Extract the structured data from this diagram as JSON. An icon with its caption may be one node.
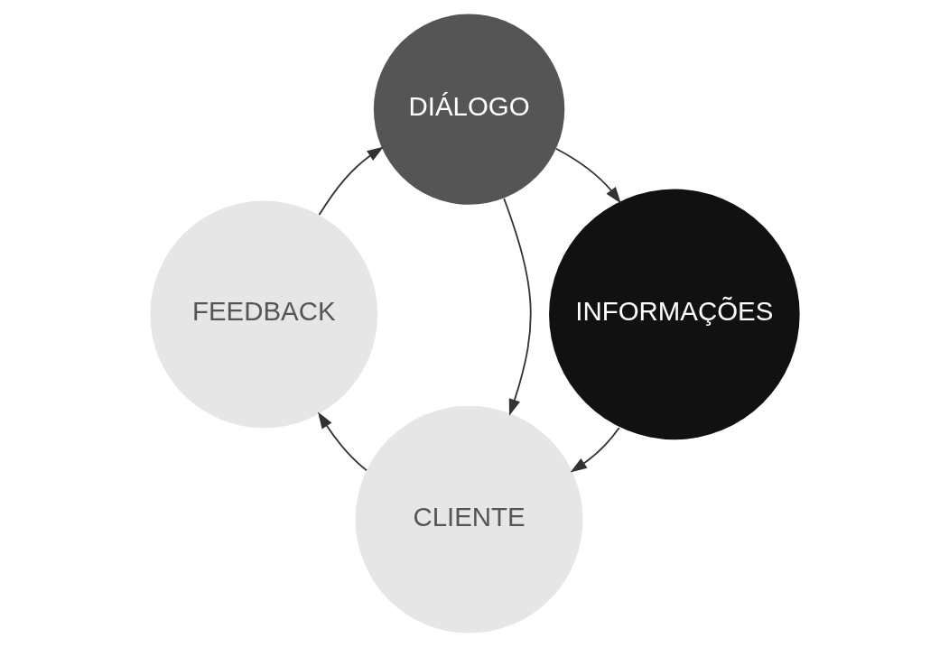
{
  "diagram": {
    "nodes": [
      {
        "text": [
          "CLIENTE"
        ]
      },
      {
        "text": [
          "INFORMAÇÕES"
        ]
      },
      {
        "text": [
          "FEEDBACK"
        ]
      },
      {
        "text": [
          "DIÁLOGO"
        ]
      }
    ],
    "edges": [
      {
        "from": 1,
        "to": 0,
        "arrow": "to"
      },
      {
        "from": 0,
        "to": 2,
        "arrow": "to"
      },
      {
        "from": 2,
        "to": 3,
        "arrow": "to"
      },
      {
        "from": 3,
        "to": 1,
        "arrow": "to"
      },
      {
        "from": 3,
        "to": 0,
        "arrow": "to"
      }
    ]
  }
}
